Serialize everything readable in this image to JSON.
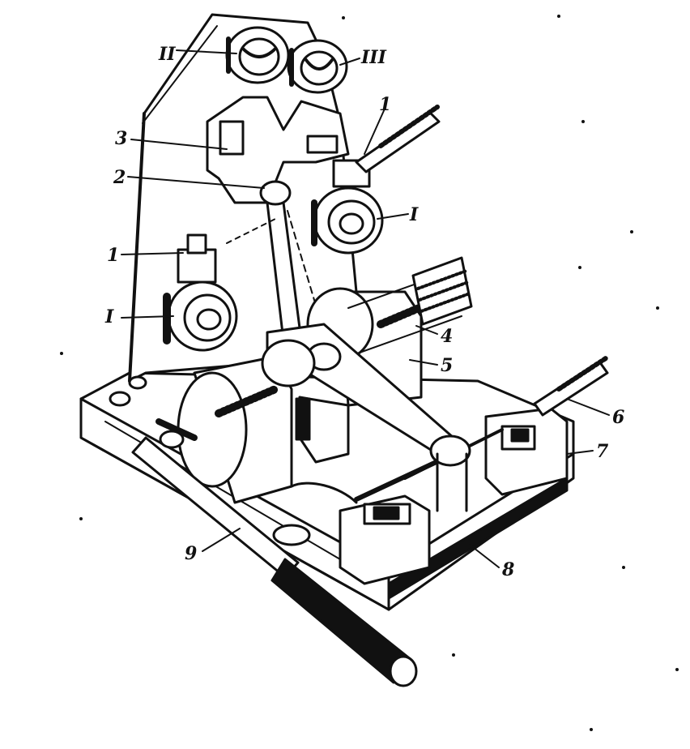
{
  "labels": {
    "bearing_II": "II",
    "bearing_III": "III",
    "screw_upper_right": "1",
    "frame_3": "3",
    "pin_2": "2",
    "bearing_right": "I",
    "screw_left": "1",
    "bearing_left": "I",
    "cylinder_4": "4",
    "support_5": "5",
    "screw_6": "6",
    "block_7": "7",
    "lever_9": "9",
    "base_8": "8"
  },
  "colors": {
    "ink": "#111111",
    "paper": "#ffffff"
  }
}
